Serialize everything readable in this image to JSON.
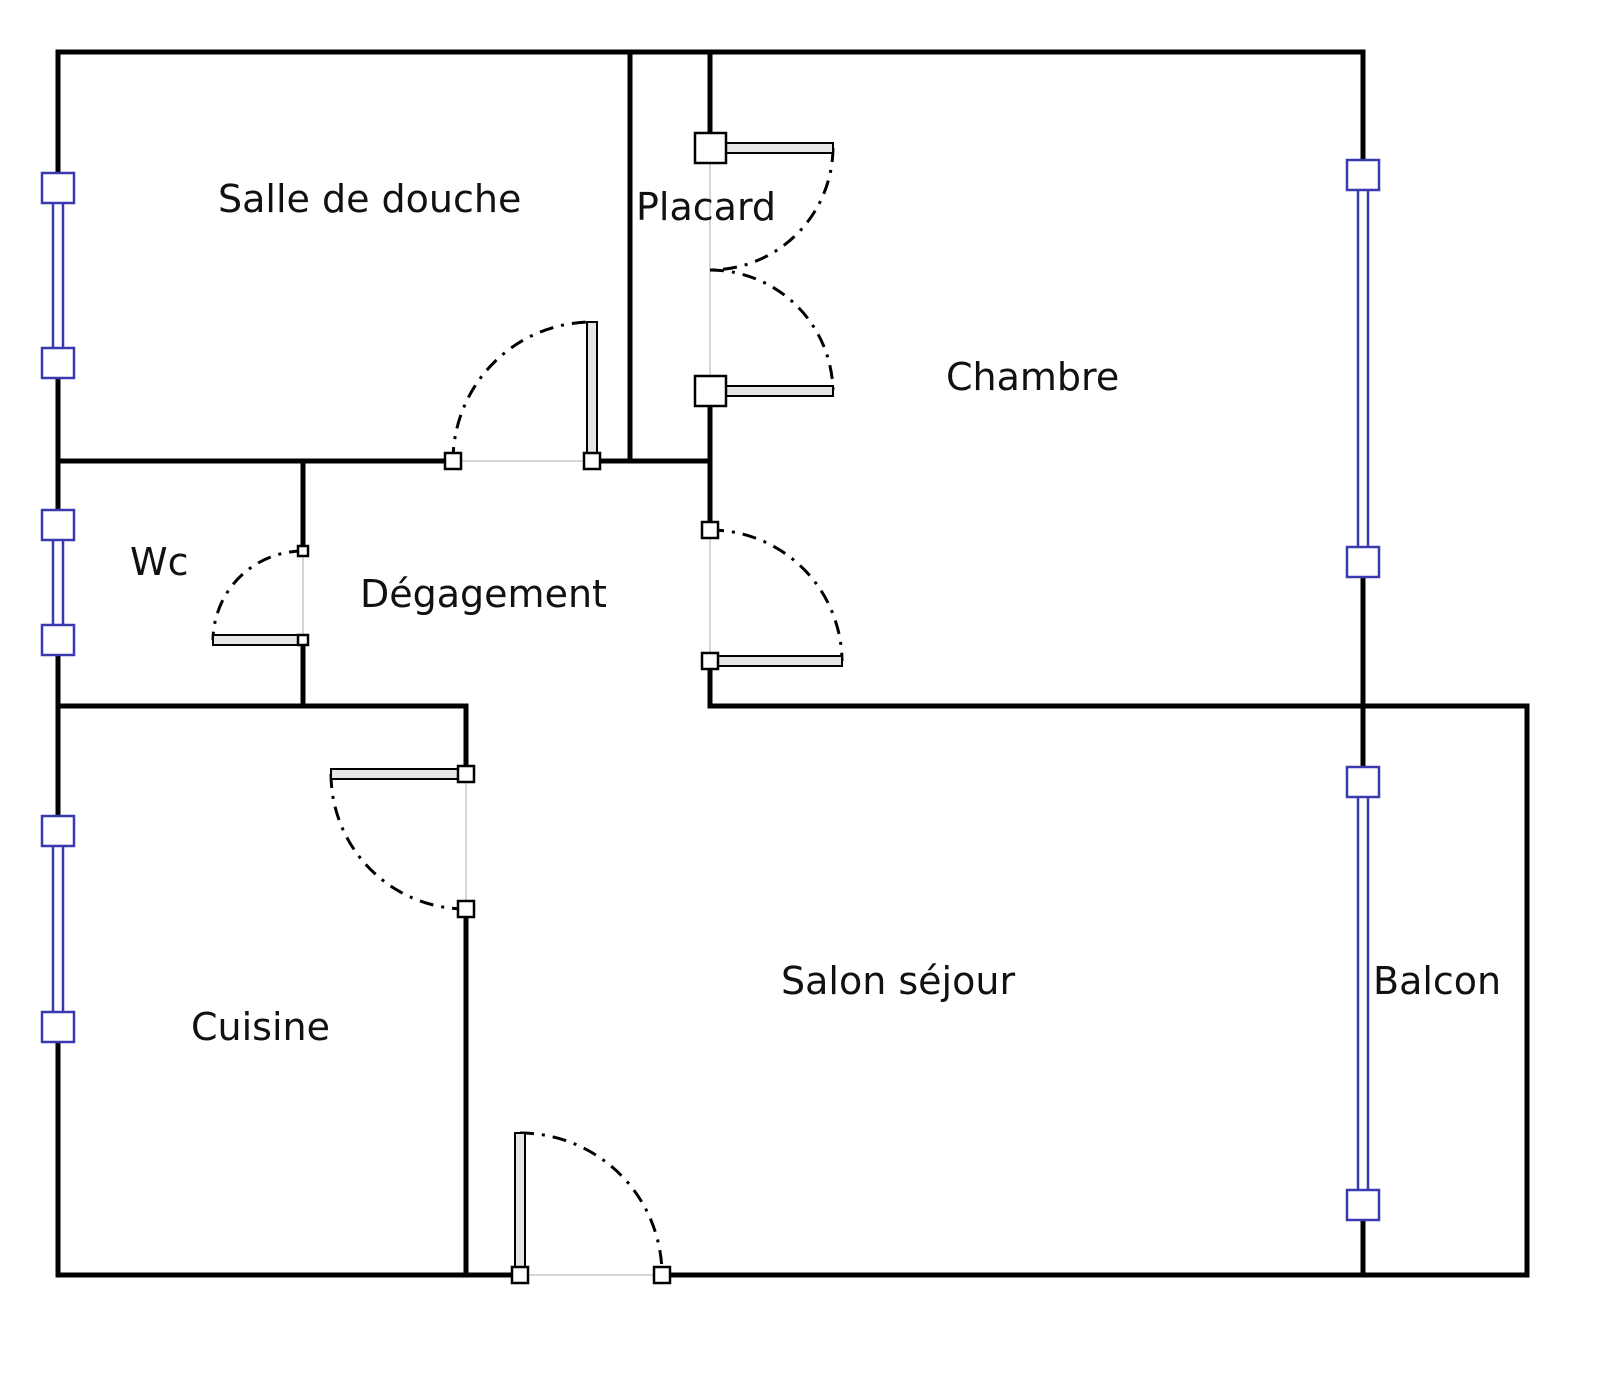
{
  "plan": {
    "rooms": {
      "salle_de_douche": "Salle de douche",
      "placard": "Placard",
      "chambre": "Chambre",
      "wc": "Wc",
      "degagement": "Dégagement",
      "cuisine": "Cuisine",
      "salon_sejour": "Salon séjour",
      "balcon": "Balcon"
    },
    "colors": {
      "wall": "#000000",
      "window": "#3a3ab0",
      "door_leaf": "#e6e6e6"
    }
  }
}
